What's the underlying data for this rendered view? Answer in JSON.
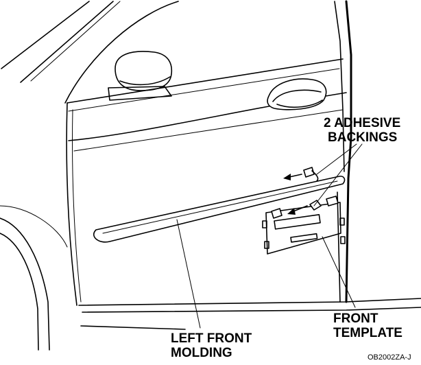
{
  "diagram": {
    "labels": {
      "adhesive_line1": "2 ADHESIVE",
      "adhesive_line2": "BACKINGS",
      "molding_line1": "LEFT FRONT",
      "molding_line2": "MOLDING",
      "template_line1": "FRONT",
      "template_line2": "TEMPLATE"
    },
    "figure_code": "OB2002ZA-J"
  }
}
